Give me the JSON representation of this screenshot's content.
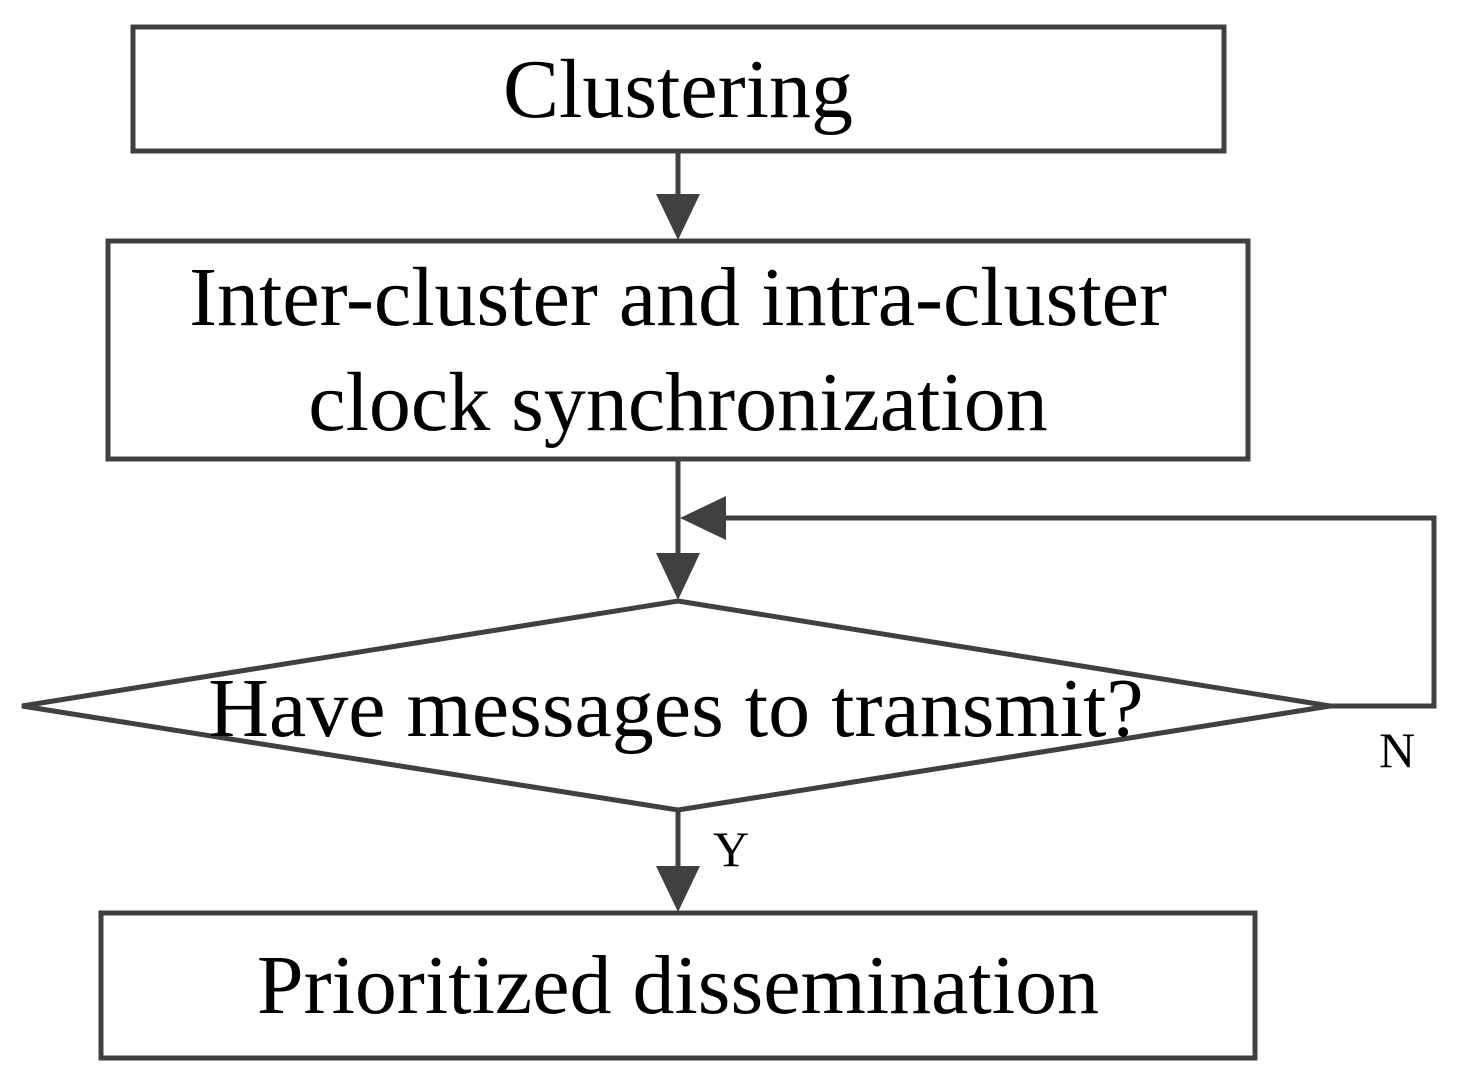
{
  "nodes": {
    "clustering": {
      "label": "Clustering"
    },
    "sync": {
      "line1": "Inter-cluster and intra-cluster",
      "line2": "clock synchronization"
    },
    "decision": {
      "label": "Have messages to transmit?"
    },
    "dissemination": {
      "label": "Prioritized dissemination"
    }
  },
  "edges": {
    "yes_label": "Y",
    "no_label": "N"
  },
  "colors": {
    "stroke": "#404040",
    "text": "#000000",
    "background": "#ffffff"
  }
}
